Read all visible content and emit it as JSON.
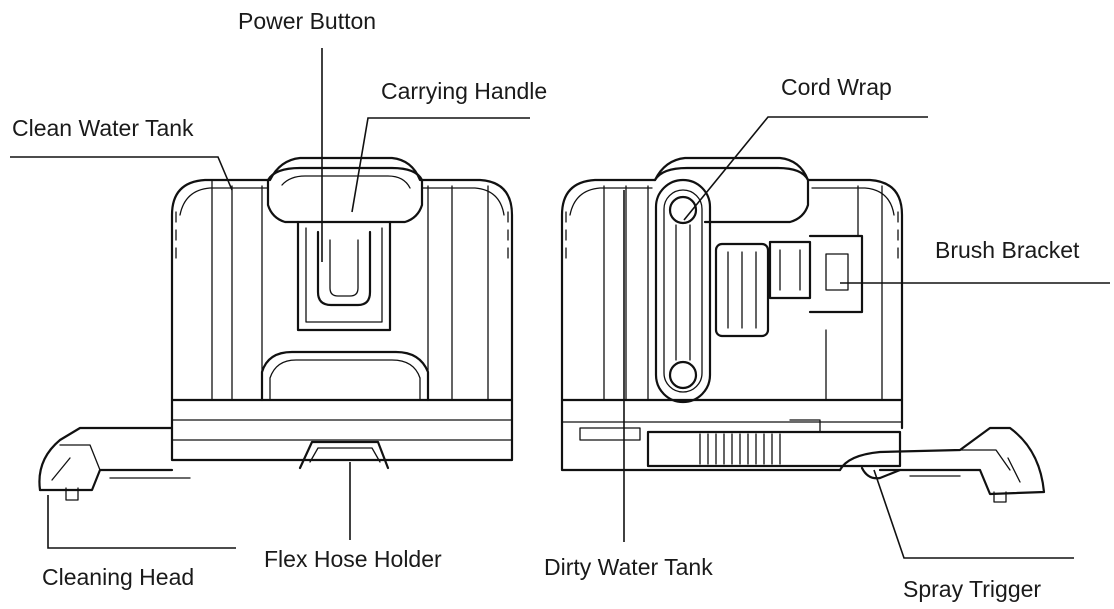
{
  "labels": {
    "power_button": "Power Button",
    "carrying_handle": "Carrying Handle",
    "clean_water_tank": "Clean Water Tank",
    "cord_wrap": "Cord Wrap",
    "brush_bracket": "Brush Bracket",
    "flex_hose_holder": "Flex Hose Holder",
    "dirty_water_tank": "Dirty Water Tank",
    "cleaning_head": "Cleaning Head",
    "spray_trigger": "Spray Trigger"
  },
  "colors": {
    "line": "#111111",
    "text": "#1a1a1a",
    "background": "#ffffff"
  }
}
